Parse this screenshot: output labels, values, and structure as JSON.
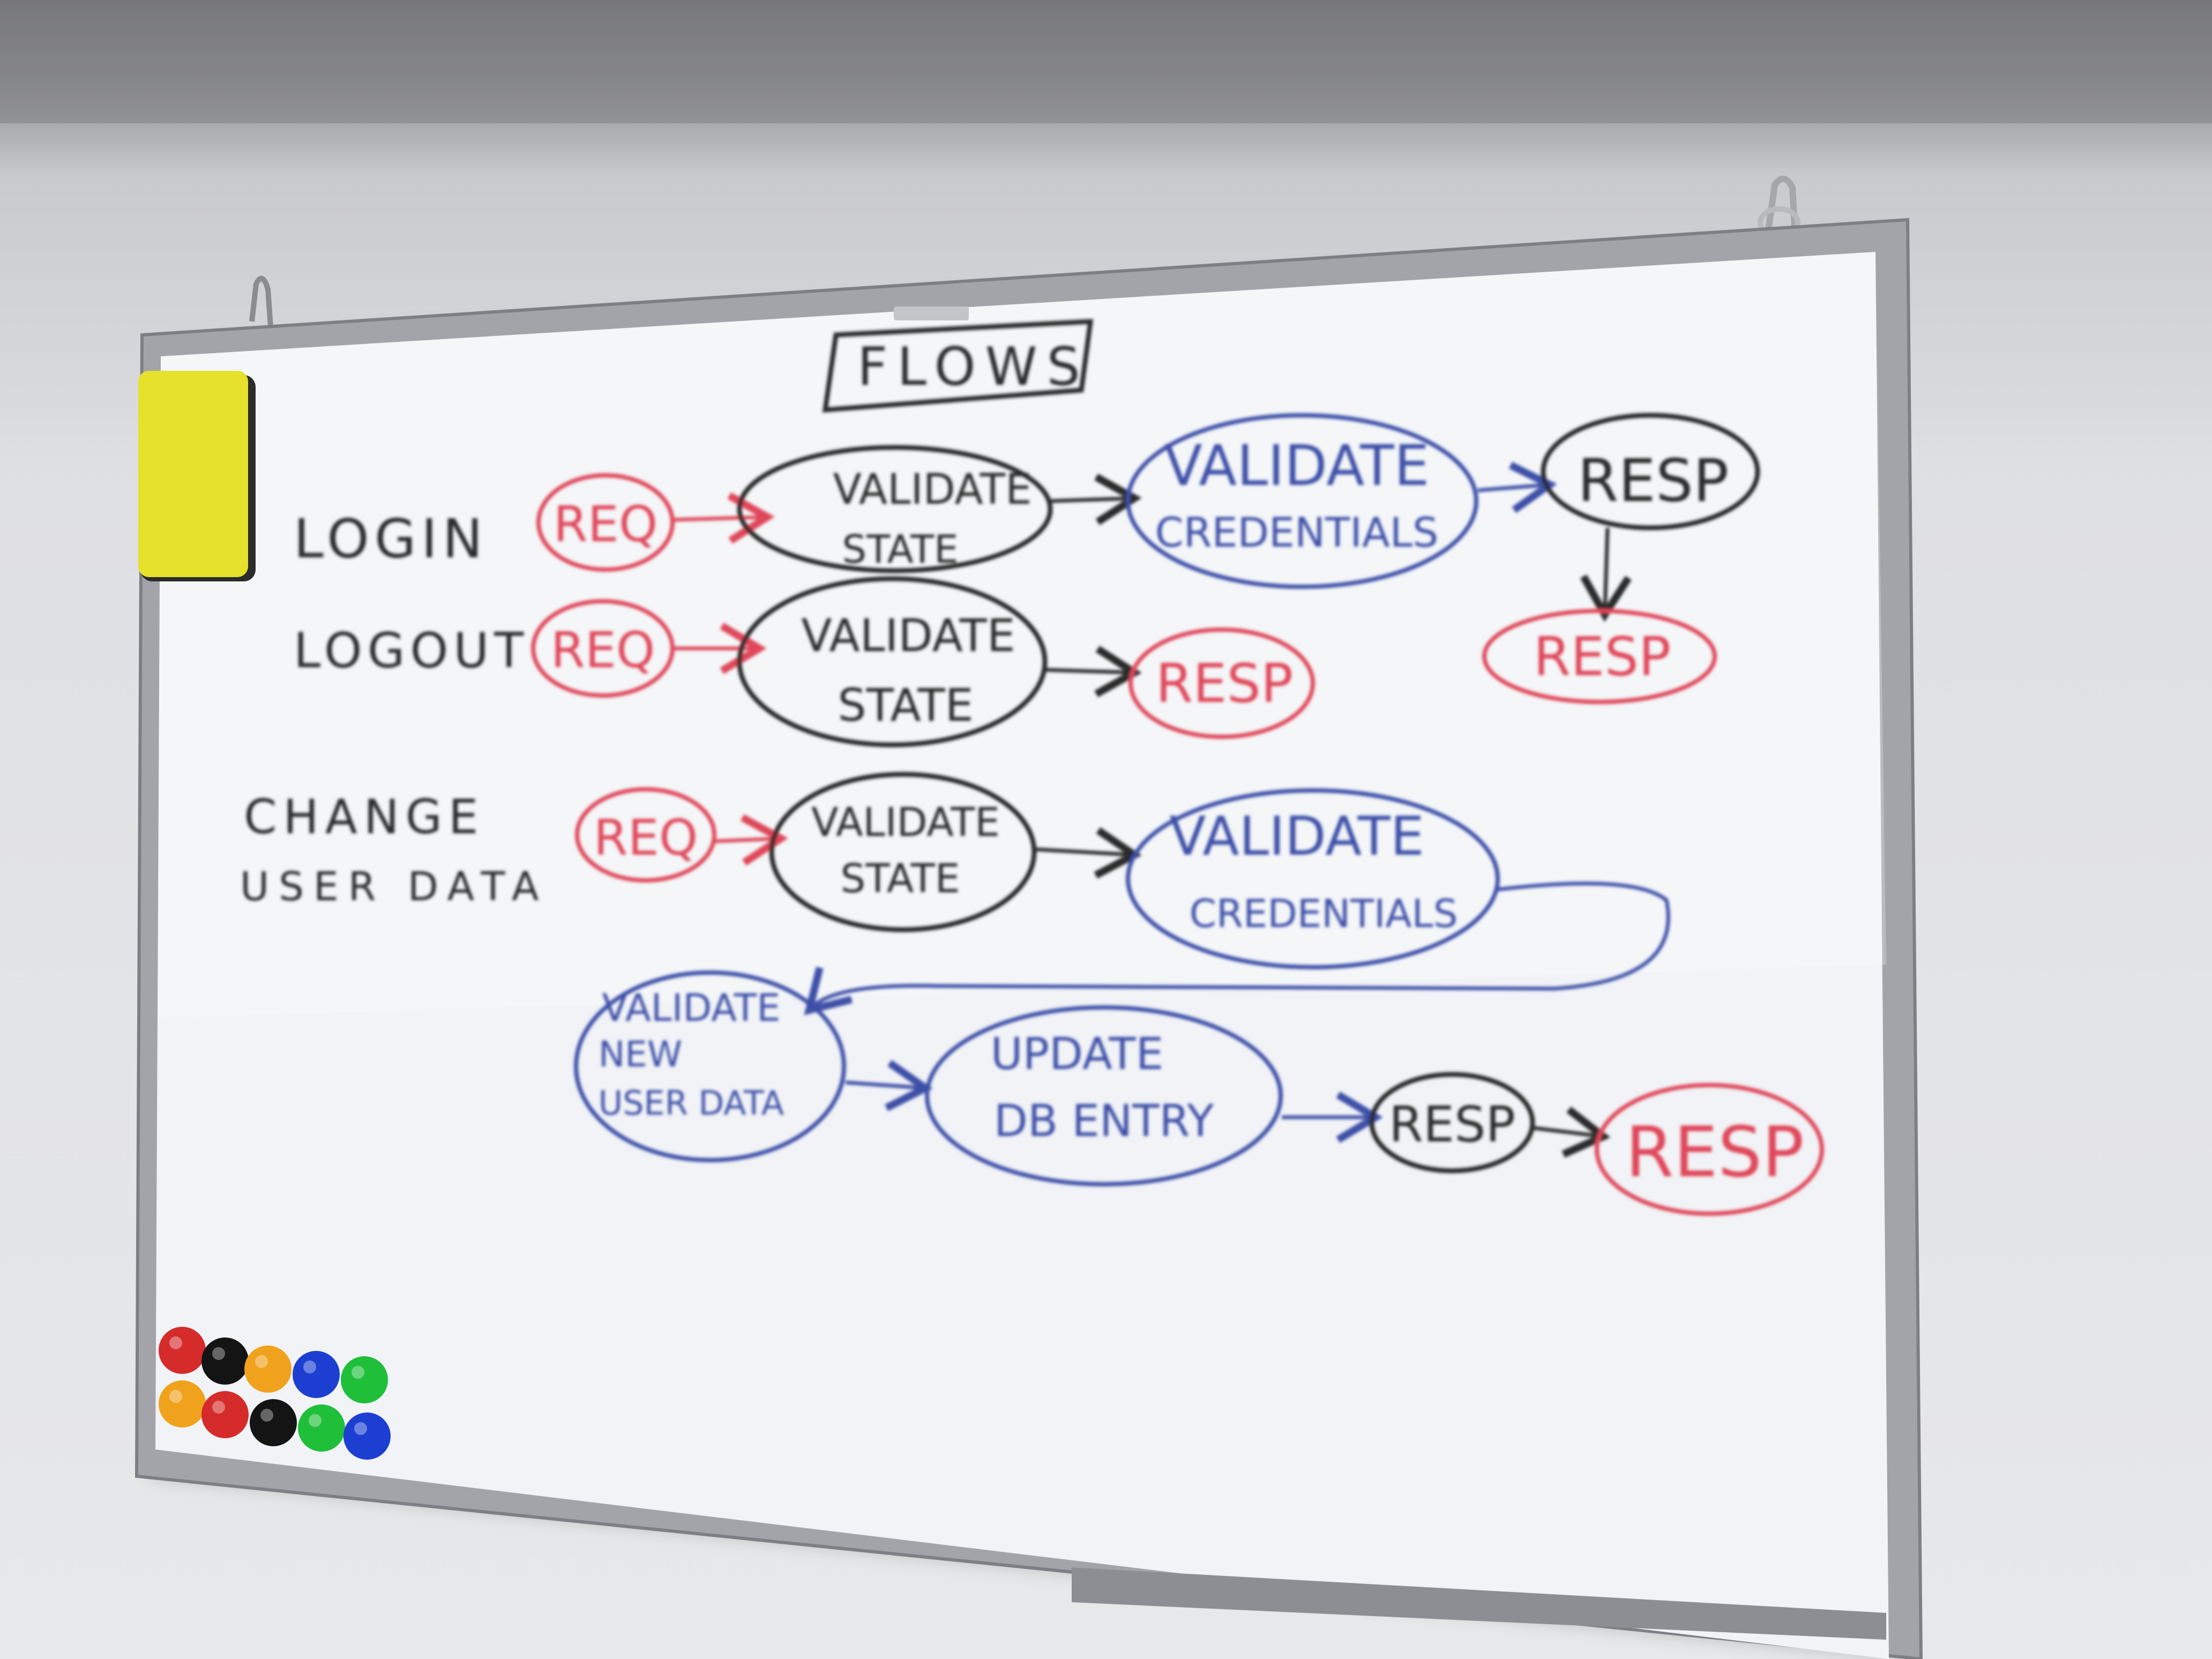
{
  "colors": {
    "ink_black": "#2a2a2a",
    "ink_blue": "#3d4fa8",
    "ink_red": "#e0475a",
    "board_white": "#f1f3f6",
    "frame": "#9a9ca2",
    "eraser": "#e6e12a"
  },
  "title": "FLOWS",
  "flows": {
    "login": {
      "label": "LOGIN",
      "req": "REQ",
      "validate_state": [
        "VALIDATE",
        "STATE"
      ],
      "validate_credentials": [
        "VALIDATE",
        "CREDENTIALS"
      ],
      "resp": "RESP",
      "resp_error": "RESP"
    },
    "logout": {
      "label": "LOGOUT",
      "req": "REQ",
      "validate_state": [
        "VALIDATE",
        "STATE"
      ],
      "resp": "RESP"
    },
    "change_user_data": {
      "label": [
        "CHANGE",
        "USER DATA"
      ],
      "req": "REQ",
      "validate_state": [
        "VALIDATE",
        "STATE"
      ],
      "validate_credentials": [
        "VALIDATE",
        "CREDENTIALS"
      ],
      "validate_new_user_data": [
        "VALIDATE",
        "NEW",
        "USER DATA"
      ],
      "update_db_entry": [
        "UPDATE",
        "DB ENTRY"
      ],
      "resp": "RESP",
      "resp_error": "RESP"
    }
  },
  "magnets": [
    "red",
    "black",
    "orange",
    "blue",
    "green",
    "orange",
    "red",
    "black",
    "green",
    "blue"
  ]
}
